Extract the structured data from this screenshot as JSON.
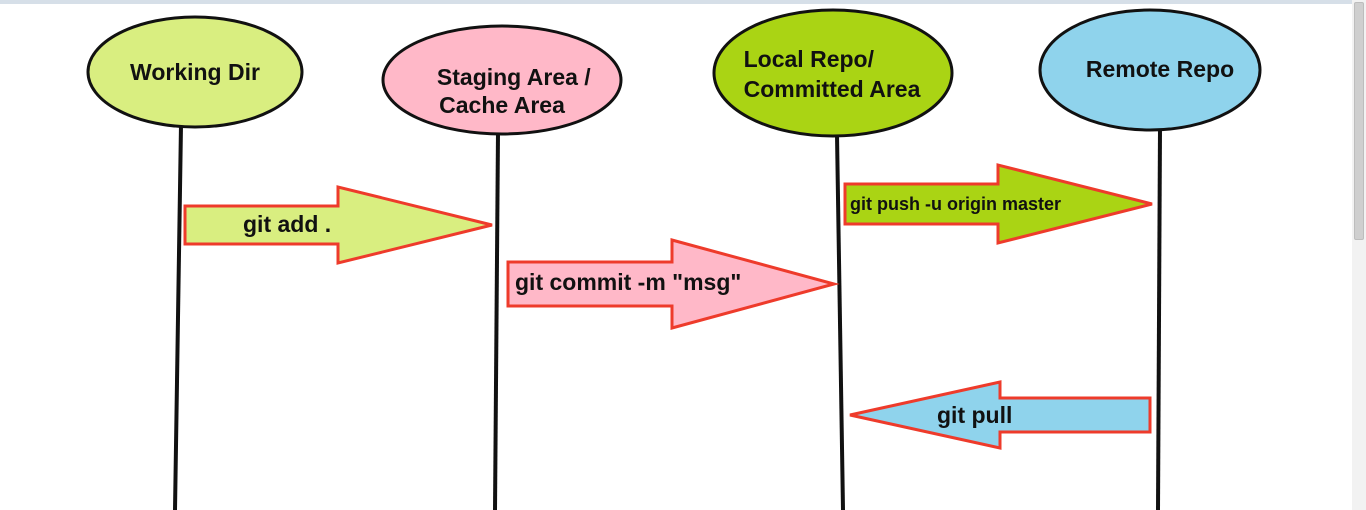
{
  "nodes": {
    "working_dir": {
      "label_lines": [
        "Working Dir"
      ],
      "fill": "#d9ee80"
    },
    "staging": {
      "label_lines": [
        "Staging Area /",
        "Cache Area"
      ],
      "fill": "#ffb8c8"
    },
    "local_repo": {
      "label_lines": [
        "Local Repo/",
        "Committed Area"
      ],
      "fill": "#aad414"
    },
    "remote_repo": {
      "label_lines": [
        "Remote Repo"
      ],
      "fill": "#8fd3ec"
    }
  },
  "arrows": {
    "git_add": {
      "label": "git add .",
      "fill": "#d9ee80"
    },
    "git_commit": {
      "label": "git commit -m \"msg\"",
      "fill": "#ffb8c8"
    },
    "git_push": {
      "label": "git push -u origin master",
      "fill": "#aad414"
    },
    "git_pull": {
      "label": "git pull",
      "fill": "#8fd3ec"
    }
  },
  "colors": {
    "outline": "#111111",
    "arrow_border": "#ee3b2b"
  }
}
